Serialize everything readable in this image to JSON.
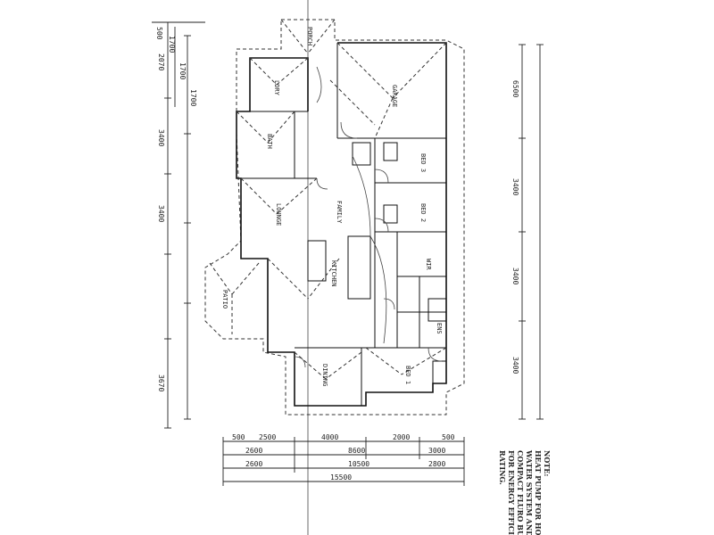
{
  "top_dims": [
    "500",
    "1700",
    "1700",
    "1700"
  ],
  "left_dims": [
    "2070",
    "3400",
    "3400",
    "3670"
  ],
  "right_dims": [
    "6500",
    "3400",
    "3400",
    "3400"
  ],
  "bottom_dims": {
    "row1": [
      "500",
      "2500",
      "4000",
      "2000",
      "500"
    ],
    "row2": [
      "2600",
      "8600",
      "3000"
    ],
    "row3": [
      "2600",
      "10500",
      "2800"
    ],
    "row4": [
      "15500"
    ]
  },
  "rooms": [
    {
      "id": "garage",
      "label": "GARAGE"
    },
    {
      "id": "bed3",
      "label": "BED 3"
    },
    {
      "id": "bed2",
      "label": "BED 2"
    },
    {
      "id": "kitchen",
      "label": "KITCHEN"
    },
    {
      "id": "family",
      "label": "FAMILY"
    },
    {
      "id": "lounge",
      "label": "LOUNGE"
    },
    {
      "id": "bed1",
      "label": "BED 1"
    },
    {
      "id": "dining",
      "label": "DINING"
    },
    {
      "id": "ens",
      "label": "ENS"
    },
    {
      "id": "wir",
      "label": "WIR"
    },
    {
      "id": "bath",
      "label": "BATH"
    },
    {
      "id": "ldry",
      "label": "LDRY"
    },
    {
      "id": "patio",
      "label": "PATIO"
    },
    {
      "id": "porch",
      "label": "PORCH"
    }
  ],
  "note": {
    "title": "NOTE:",
    "lines": [
      "HEAT PUMP FOR HOT",
      "WATER SYSTEM AND",
      "COMPACT FLURO BULBS",
      "FOR ENERGY EFFICIENCY",
      "RATING."
    ]
  }
}
